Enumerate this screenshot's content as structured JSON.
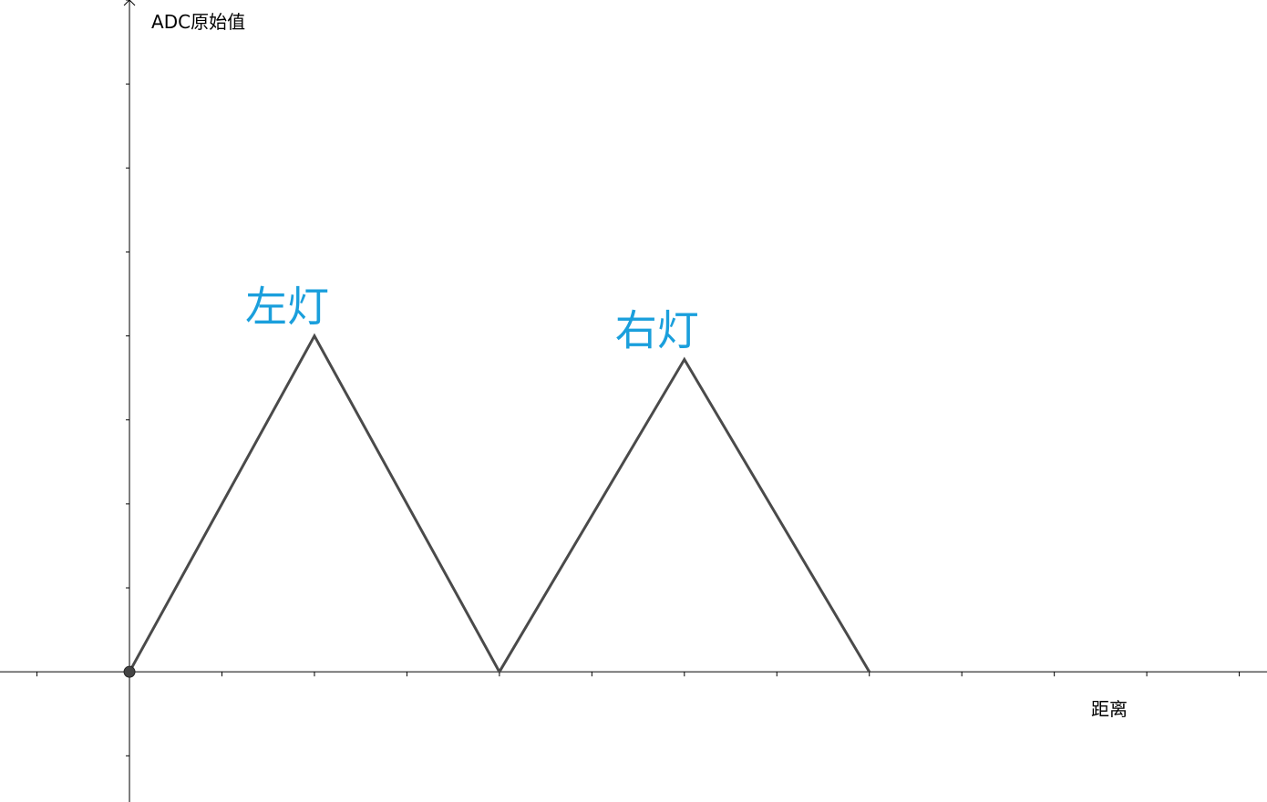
{
  "chart_data": {
    "type": "line",
    "ylabel": "ADC原始值",
    "xlabel": "距离",
    "xlim": [
      -1.4,
      12.3
    ],
    "ylim": [
      -1.55,
      8.0
    ],
    "grid": false,
    "x_tick_labels_shown": false,
    "y_tick_labels_shown": false,
    "series": [
      {
        "points": [
          {
            "x": 0,
            "y": 0
          },
          {
            "x": 2,
            "y": 4
          },
          {
            "x": 4,
            "y": 0
          },
          {
            "x": 6,
            "y": 3.72
          },
          {
            "x": 8,
            "y": 0
          }
        ]
      }
    ],
    "annotations": [
      {
        "text": "左灯",
        "x": 2,
        "y": 4
      },
      {
        "text": "右灯",
        "x": 6,
        "y": 3.72
      }
    ],
    "origin_marker": {
      "x": 0,
      "y": 0
    }
  },
  "colors": {
    "line": "#4a4a4a",
    "annotation": "#1a9fdc",
    "axis": "#000000",
    "origin_marker": "#444444"
  }
}
